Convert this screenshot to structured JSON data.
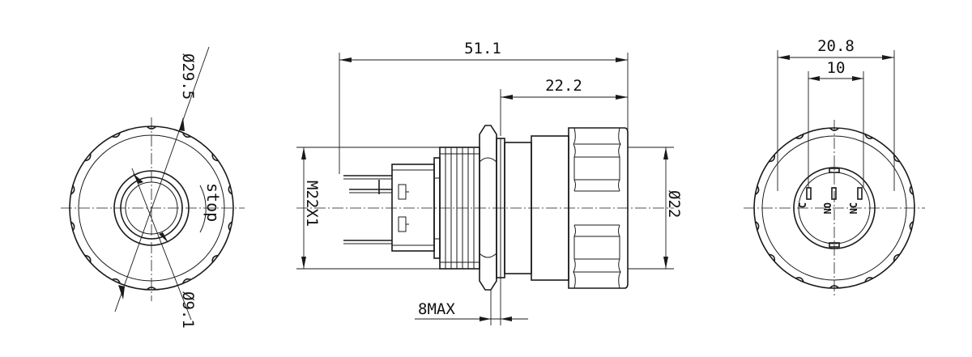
{
  "drawing": {
    "front_view": {
      "outer_dia_label": "Ø29.5",
      "inner_dia_label": "Ø9.1",
      "marking": "stop"
    },
    "side_view": {
      "overall_length_label": "51.1",
      "head_length_label": "22.2",
      "thread_label": "M22X1",
      "diameter_label": "Ø22",
      "panel_thickness_label": "8MAX"
    },
    "rear_view": {
      "width_label": "20.8",
      "pitch_label": "10",
      "terminal_c": "C",
      "terminal_no": "NO",
      "terminal_nc": "NC"
    }
  }
}
